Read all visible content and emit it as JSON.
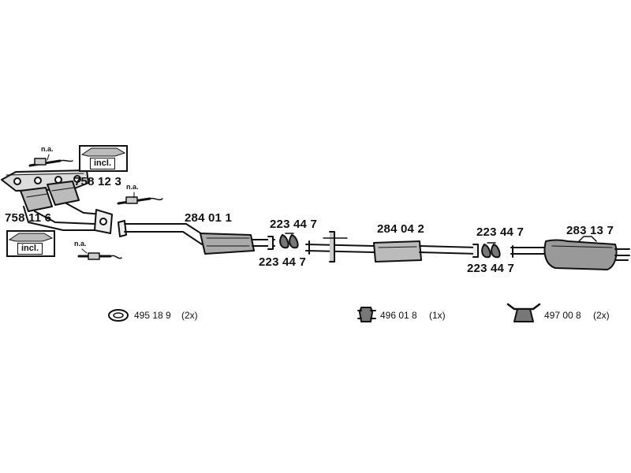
{
  "parts": {
    "manifold_front": "758 12 3",
    "manifold_rear": "758 11 6",
    "front_pipe": "284 01 1",
    "clamp_1_top": "223 44 7",
    "clamp_1_bottom": "223 44 7",
    "middle_silencer": "284 04 2",
    "clamp_2_top": "223 44 7",
    "clamp_2_bottom": "223 44 7",
    "rear_silencer": "283 13 7"
  },
  "notes": {
    "na_top": "n.a.",
    "na_right": "n.a.",
    "na_bottom": "n.a.",
    "incl_top": "incl.",
    "incl_bottom": "incl."
  },
  "legend": [
    {
      "icon": "gasket-ring-icon",
      "number": "495 18 9",
      "qty": "(2x)"
    },
    {
      "icon": "clamp-bracket-icon",
      "number": "496 01 8",
      "qty": "(1x)"
    },
    {
      "icon": "rubber-hanger-icon",
      "number": "497 00 8",
      "qty": "(2x)"
    }
  ]
}
